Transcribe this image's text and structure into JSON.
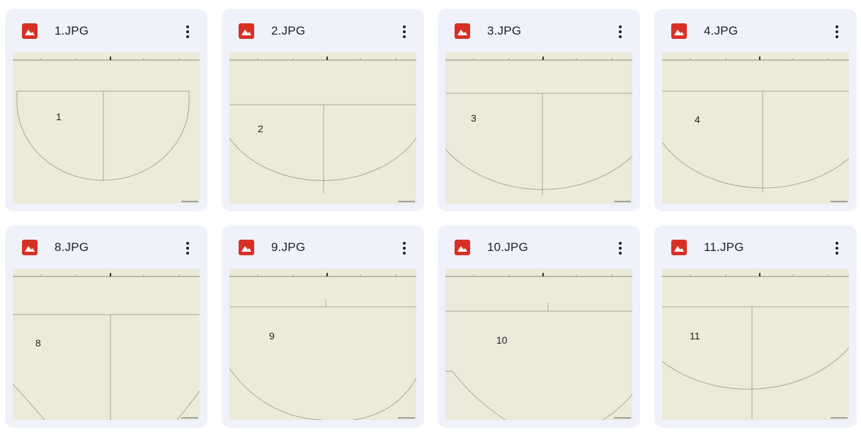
{
  "files": [
    {
      "name": "1.JPG",
      "label": "1",
      "variant": "semi-full"
    },
    {
      "name": "2.JPG",
      "label": "2",
      "variant": "semi-low"
    },
    {
      "name": "3.JPG",
      "label": "3",
      "variant": "semi-mid"
    },
    {
      "name": "4.JPG",
      "label": "4",
      "variant": "semi-mid"
    },
    {
      "name": "8.JPG",
      "label": "8",
      "variant": "semi-deep"
    },
    {
      "name": "9.JPG",
      "label": "9",
      "variant": "arc-only"
    },
    {
      "name": "10.JPG",
      "label": "10",
      "variant": "arc-step"
    },
    {
      "name": "11.JPG",
      "label": "11",
      "variant": "semi-mid2"
    }
  ],
  "colors": {
    "card_bg": "#eff2fb",
    "thumb_bg": "#ecead9",
    "icon_red": "#d93025",
    "line": "#a8a698",
    "text": "#1f1f1f"
  },
  "icons": {
    "file_type": "image-icon",
    "more": "more-vert-icon"
  }
}
